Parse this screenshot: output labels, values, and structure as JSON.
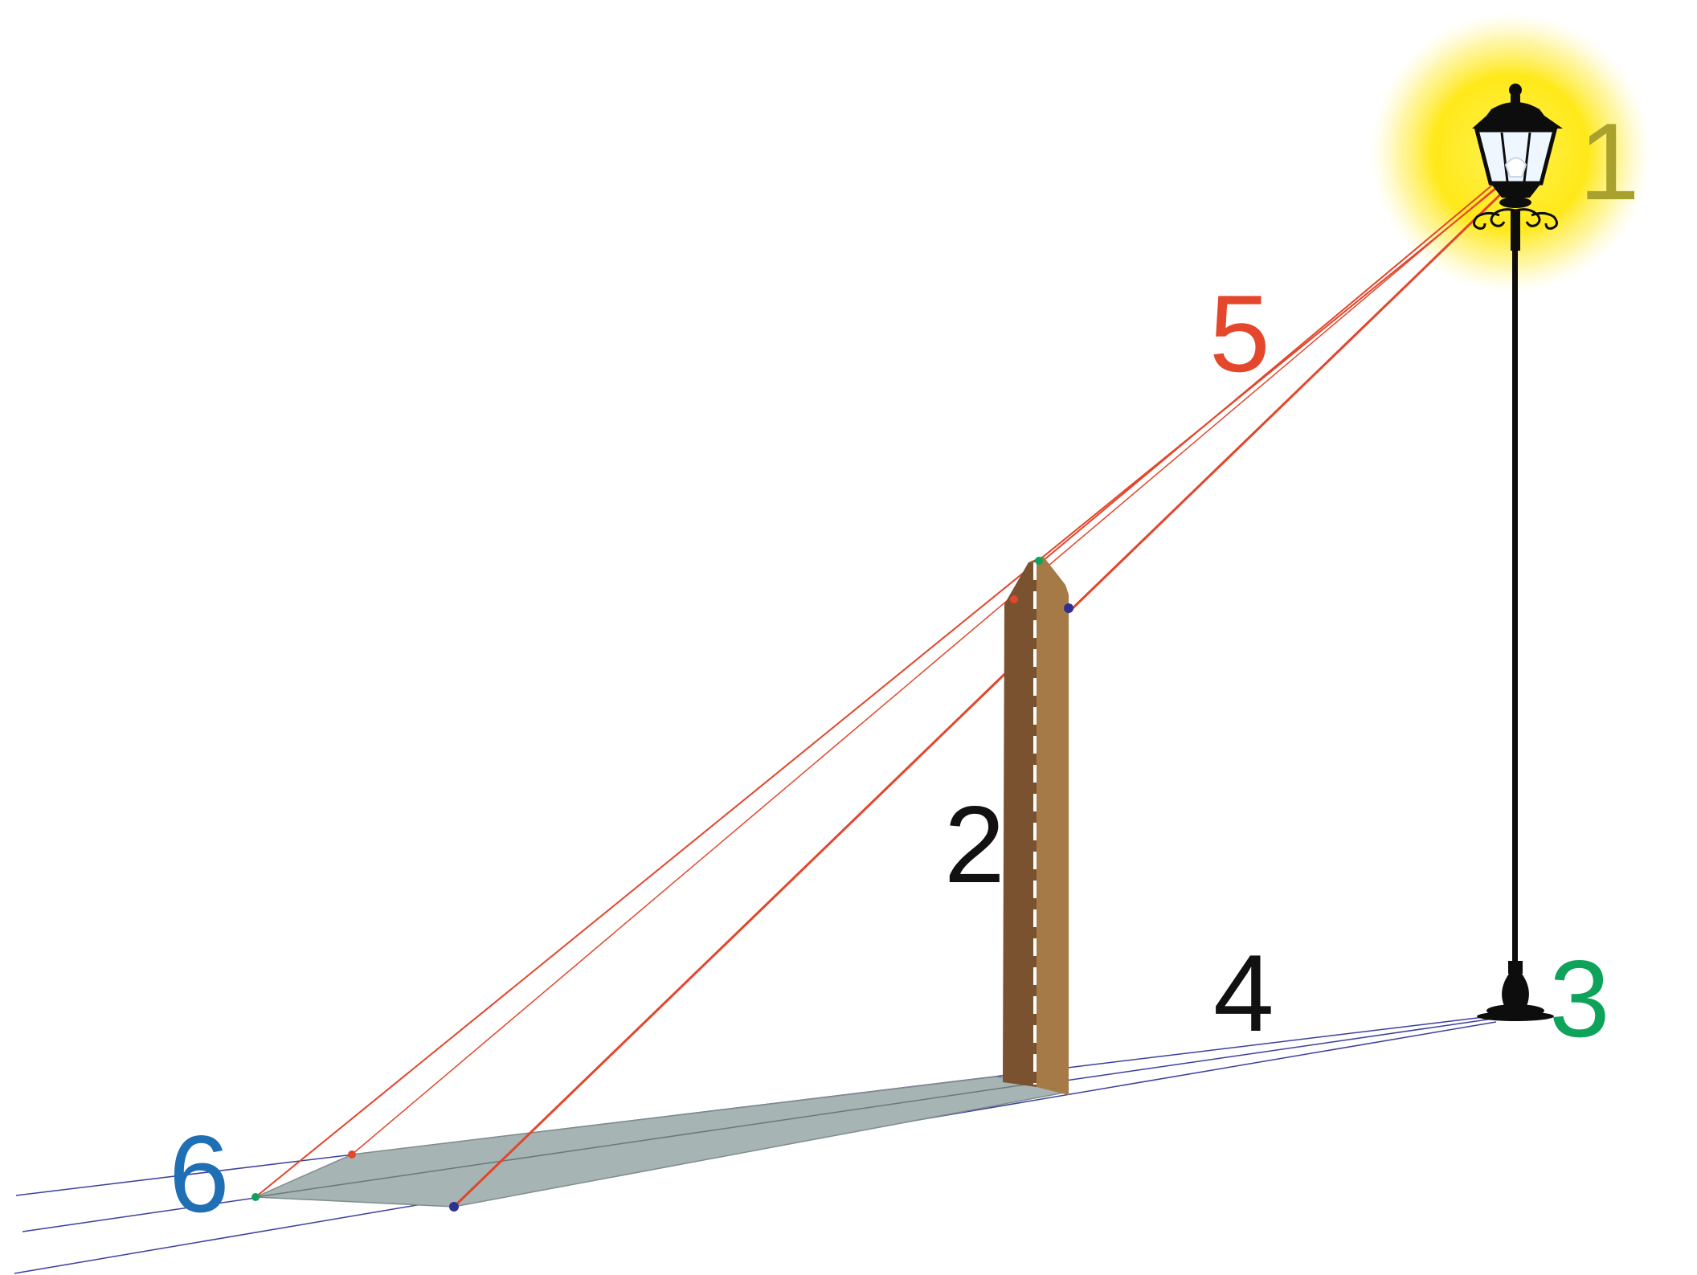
{
  "labels": {
    "light_source": "1",
    "object": "2",
    "object_base": "3",
    "ground_line": "4",
    "light_rays": "5",
    "shadow": "6"
  },
  "colors": {
    "light_source_label": "#a9a12e",
    "object_label": "#111111",
    "object_base_label": "#0ea35a",
    "ground_line_label": "#111111",
    "light_rays_label": "#e4472b",
    "shadow_label": "#1f6fb5",
    "ray_line": "#e2462b",
    "guide_line": "#3b3f9c",
    "shadow_fill": "#a6b4b4",
    "post_front": "#7b5230",
    "post_side": "#a57a47",
    "glow": "#ffe600"
  },
  "icons": {
    "lamp": "street-lamp-icon",
    "post": "wooden-post-icon"
  }
}
